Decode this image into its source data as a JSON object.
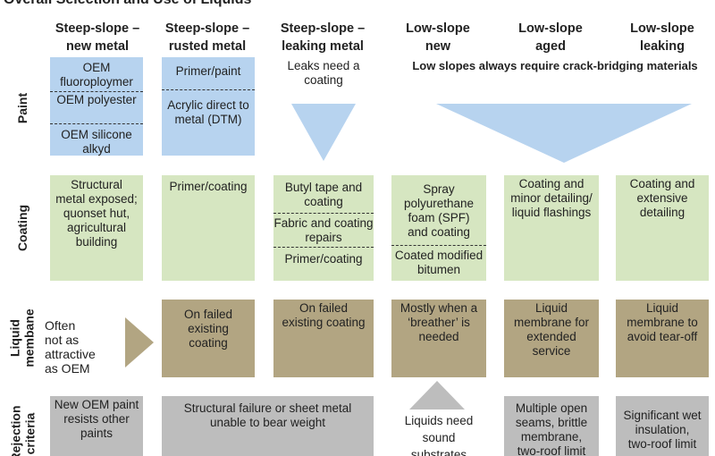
{
  "title": "Overall Selection and Use of Liquids",
  "columns": [
    {
      "line1": "Steep-slope –",
      "line2": "new metal"
    },
    {
      "line1": "Steep-slope –",
      "line2": "rusted metal"
    },
    {
      "line1": "Steep-slope –",
      "line2": "leaking metal"
    },
    {
      "line1": "Low-slope",
      "line2": "new"
    },
    {
      "line1": "Low-slope",
      "line2": "aged"
    },
    {
      "line1": "Low-slope",
      "line2": "leaking"
    }
  ],
  "rows": {
    "paint": "Paint",
    "coating": "Coating",
    "liquid_membrane": {
      "line1": "Liquid",
      "line2": "membane"
    },
    "rejection": {
      "line1": "Rejection",
      "line2": "criteria"
    }
  },
  "paint": {
    "new_metal": [
      "OEM fluoroploymer",
      "OEM polyester",
      "OEM silicone alkyd"
    ],
    "rusted_metal": [
      "Primer/paint",
      "Acrylic direct to metal (DTM)"
    ],
    "leaking_note": [
      "Leaks need a",
      "coating"
    ],
    "low_slope_note": "Low slopes always require crack-bridging materials"
  },
  "coating": {
    "new_metal": [
      "Structural",
      "metal exposed;",
      "quonset hut,",
      "agricultural",
      "building"
    ],
    "rusted_metal": "Primer/coating",
    "leaking_metal": [
      [
        "Butyl tape and",
        "coating"
      ],
      [
        "Fabric and coating",
        "repairs"
      ],
      [
        "Primer/coating"
      ]
    ],
    "low_new": [
      [
        "Spray",
        "polyurethane",
        "foam (SPF)",
        "and coating"
      ],
      [
        "Coated modified",
        "bitumen"
      ]
    ],
    "low_aged": [
      "Coating and",
      "minor detailing/",
      "liquid flashings"
    ],
    "low_leaking": [
      "Coating and",
      "extensive",
      "detailing"
    ]
  },
  "liquid_membrane": {
    "new_metal_note": [
      "Often",
      "not as",
      "attractive",
      "as OEM"
    ],
    "rusted_metal": [
      "On failed",
      "existing",
      "coating"
    ],
    "leaking_metal": [
      "On failed",
      "existing coating"
    ],
    "low_new": [
      "Mostly when a",
      "‘breather’ is",
      "needed"
    ],
    "low_aged": [
      "Liquid",
      "membrane for",
      "extended",
      "service"
    ],
    "low_leaking": [
      "Liquid",
      "membrane to",
      "avoid tear-off"
    ]
  },
  "rejection": {
    "new_metal": [
      "New OEM paint",
      "resists other",
      "paints"
    ],
    "rusted_leaking": [
      "Structural failure or sheet metal",
      "unable to bear weight"
    ],
    "low_new": [
      "Liquids need",
      "sound",
      "substrates"
    ],
    "low_aged": [
      "Multiple open",
      "seams, brittle",
      "membrane,",
      "two-roof limit"
    ],
    "low_leaking": [
      "Significant wet",
      "insulation,",
      "two-roof limit"
    ]
  },
  "colors": {
    "paint": "#b7d3ef",
    "coating": "#d6e6c1",
    "membrane": "#b2a582",
    "rejection": "#bdbdbd"
  }
}
